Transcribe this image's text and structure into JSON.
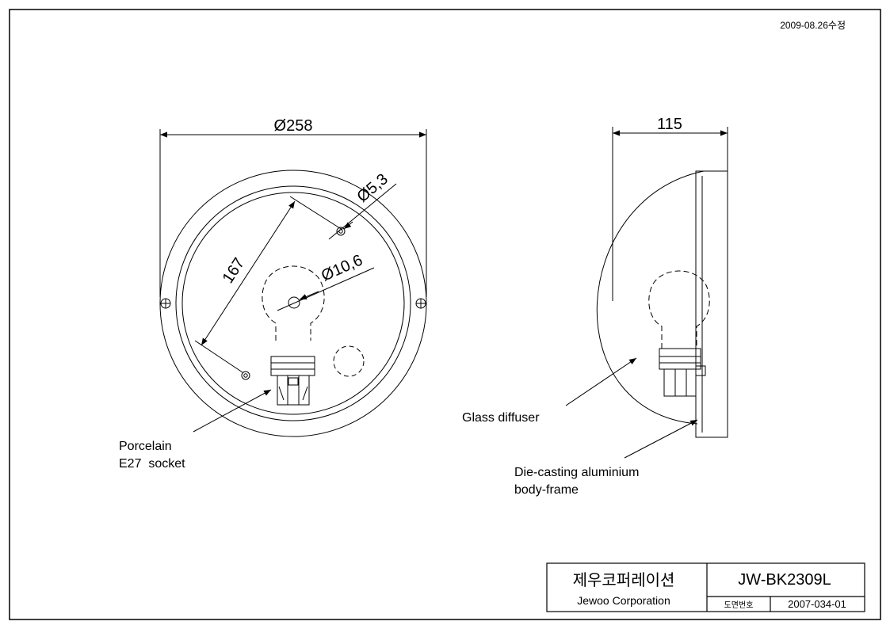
{
  "revision_note": "2009-08.26수정",
  "front_view": {
    "diameter_label": "Ø258",
    "height_label": "167",
    "hole_label": "Ø5,3",
    "center_label": "Ø10,6"
  },
  "side_view": {
    "depth_label": "115"
  },
  "callouts": {
    "socket_line1": "Porcelain",
    "socket_line2": "E27  socket",
    "diffuser": "Glass diffuser",
    "frame_line1": "Die-casting aluminium",
    "frame_line2": "body-frame"
  },
  "title_block": {
    "company_korean": "제우코퍼레이션",
    "company_english": "Jewoo Corporation",
    "model_number": "JW-BK2309L",
    "drawing_number_label": "도면번호",
    "drawing_number": "2007-034-01"
  }
}
